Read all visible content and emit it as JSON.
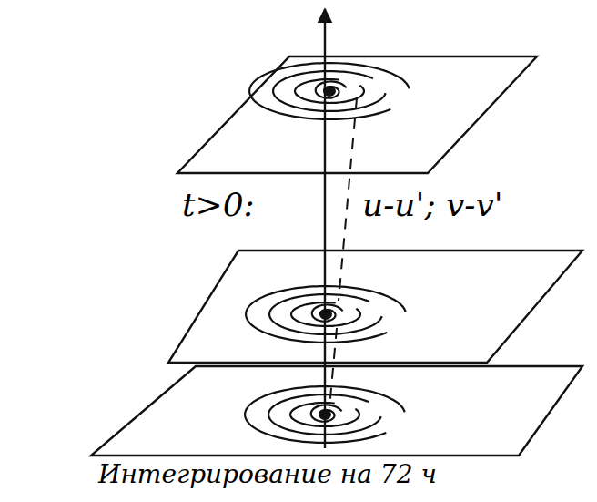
{
  "diagram": {
    "caption": "Интегрирование на 72 ч",
    "labels": [
      "t>0:",
      "u-u'; v-v'"
    ]
  }
}
